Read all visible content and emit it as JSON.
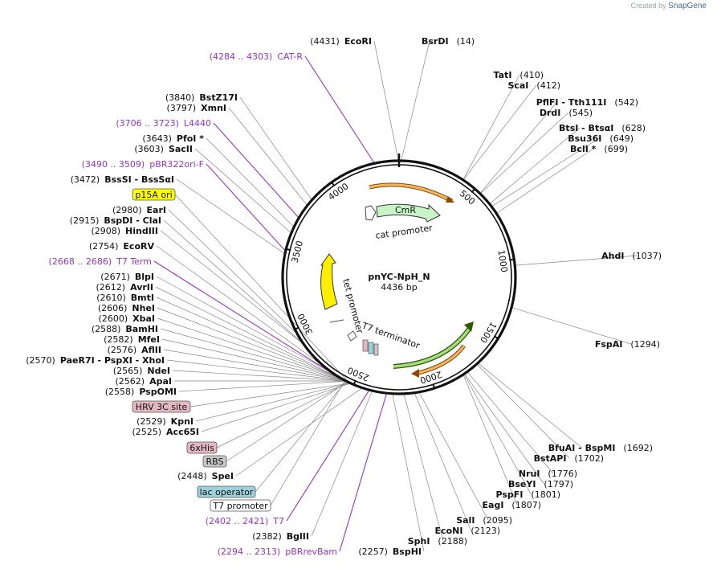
{
  "branding": {
    "prefix": "Created by",
    "logo_text": "SnapGene"
  },
  "plasmid": {
    "name": "pnYC-NpH_N",
    "size_label": "4436 bp",
    "length": 4436
  },
  "ticks": [
    "500",
    "1000",
    "1500",
    "2000",
    "2500",
    "3000",
    "3500",
    "4000"
  ],
  "feature_labels": {
    "cmr": "CmR",
    "cat_promoter": "cat promoter",
    "tet_promoter": "tet promoter",
    "t7_terminator": "T7 terminator"
  },
  "sites": [
    {
      "id": "ecori",
      "name": "EcoRI",
      "pos": "(4431)"
    },
    {
      "id": "bsrdi",
      "name": "BsrDI",
      "pos": "(14)"
    },
    {
      "id": "cat-r",
      "name": "CAT-R",
      "pos": "(4284 .. 4303)"
    },
    {
      "id": "tati",
      "name": "TatI",
      "pos": "(410)"
    },
    {
      "id": "scai",
      "name": "ScaI",
      "pos": "(412)"
    },
    {
      "id": "bstz17i",
      "name": "BstZ17I",
      "pos": "(3840)"
    },
    {
      "id": "xmni",
      "name": "XmnI",
      "pos": "(3797)"
    },
    {
      "id": "pflfi",
      "name": "PflFI - Tth111I",
      "pos": "(542)"
    },
    {
      "id": "drdi",
      "name": "DrdI",
      "pos": "(545)"
    },
    {
      "id": "l4440",
      "name": "L4440",
      "pos": "(3706 .. 3723)"
    },
    {
      "id": "btsi",
      "name": "BtsI - BtsαI",
      "pos": "(628)"
    },
    {
      "id": "bsu36i",
      "name": "Bsu36I",
      "pos": "(649)"
    },
    {
      "id": "pfoi",
      "name": "PfoI *",
      "pos": "(3643)"
    },
    {
      "id": "bcli",
      "name": "BclI *",
      "pos": "(699)"
    },
    {
      "id": "sacii",
      "name": "SacII",
      "pos": "(3603)"
    },
    {
      "id": "pbr322ori-f",
      "name": "pBR322ori-F",
      "pos": "(3490 .. 3509)"
    },
    {
      "id": "bsssi",
      "name": "BssSI - BssSαI",
      "pos": "(3472)"
    },
    {
      "id": "eari",
      "name": "EarI",
      "pos": "(2980)"
    },
    {
      "id": "bspdi",
      "name": "BspDI - ClaI",
      "pos": "(2915)"
    },
    {
      "id": "hindiii",
      "name": "HindIII",
      "pos": "(2908)"
    },
    {
      "id": "ecorv",
      "name": "EcoRV",
      "pos": "(2754)"
    },
    {
      "id": "ahdi",
      "name": "AhdI",
      "pos": "(1037)"
    },
    {
      "id": "t7-term",
      "name": "T7 Term",
      "pos": "(2668 .. 2686)"
    },
    {
      "id": "blpi",
      "name": "BlpI",
      "pos": "(2671)"
    },
    {
      "id": "avrii",
      "name": "AvrII",
      "pos": "(2612)"
    },
    {
      "id": "bmti",
      "name": "BmtI",
      "pos": "(2610)"
    },
    {
      "id": "nhei",
      "name": "NheI",
      "pos": "(2606)"
    },
    {
      "id": "xbai",
      "name": "XbaI",
      "pos": "(2600)"
    },
    {
      "id": "bamhi",
      "name": "BamHI",
      "pos": "(2588)"
    },
    {
      "id": "fspai",
      "name": "FspAI",
      "pos": "(1294)"
    },
    {
      "id": "mfei",
      "name": "MfeI",
      "pos": "(2582)"
    },
    {
      "id": "aflii",
      "name": "AflII",
      "pos": "(2576)"
    },
    {
      "id": "paer7i",
      "name": "PaeR7I - PspXI - XhoI",
      "pos": "(2570)"
    },
    {
      "id": "ndei",
      "name": "NdeI",
      "pos": "(2565)"
    },
    {
      "id": "apai",
      "name": "ApaI",
      "pos": "(2562)"
    },
    {
      "id": "pspomi",
      "name": "PspOMI",
      "pos": "(2558)"
    },
    {
      "id": "kpni",
      "name": "KpnI",
      "pos": "(2529)"
    },
    {
      "id": "bfuai",
      "name": "BfuAI - BspMI",
      "pos": "(1692)"
    },
    {
      "id": "acc65i",
      "name": "Acc65I",
      "pos": "(2525)"
    },
    {
      "id": "bstapi",
      "name": "BstAPI",
      "pos": "(1702)"
    },
    {
      "id": "nrui",
      "name": "NruI",
      "pos": "(1776)"
    },
    {
      "id": "bseyi",
      "name": "BseYI",
      "pos": "(1797)"
    },
    {
      "id": "pspfi",
      "name": "PspFI",
      "pos": "(1801)"
    },
    {
      "id": "spei",
      "name": "SpeI",
      "pos": "(2448)"
    },
    {
      "id": "eagi",
      "name": "EagI",
      "pos": "(1807)"
    },
    {
      "id": "t7",
      "name": "T7",
      "pos": "(2402 .. 2421)"
    },
    {
      "id": "sali",
      "name": "SalI",
      "pos": "(2095)"
    },
    {
      "id": "ecoNI",
      "name": "EcoNI",
      "pos": "(2123)"
    },
    {
      "id": "bglii",
      "name": "BglII",
      "pos": "(2382)"
    },
    {
      "id": "sphi",
      "name": "SphI",
      "pos": "(2188)"
    },
    {
      "id": "pbrrevbam",
      "name": "pBRrevBam",
      "pos": "(2294 .. 2313)"
    },
    {
      "id": "bsphi",
      "name": "BspHI",
      "pos": "(2257)"
    }
  ],
  "boxed_features": [
    {
      "id": "p15a-ori",
      "label": "p15A ori",
      "color": "#ffff00"
    },
    {
      "id": "hrv-3c-site",
      "label": "HRV 3C site",
      "color": "#e4b7c4"
    },
    {
      "id": "6xhis",
      "label": "6xHis",
      "color": "#e4b7c4"
    },
    {
      "id": "rbs",
      "label": "RBS",
      "color": "#c8c8c8"
    },
    {
      "id": "lac-operator",
      "label": "lac operator",
      "color": "#9fd1dc"
    },
    {
      "id": "t7-promoter",
      "label": "T7 promoter",
      "color": "#ffffff"
    }
  ]
}
